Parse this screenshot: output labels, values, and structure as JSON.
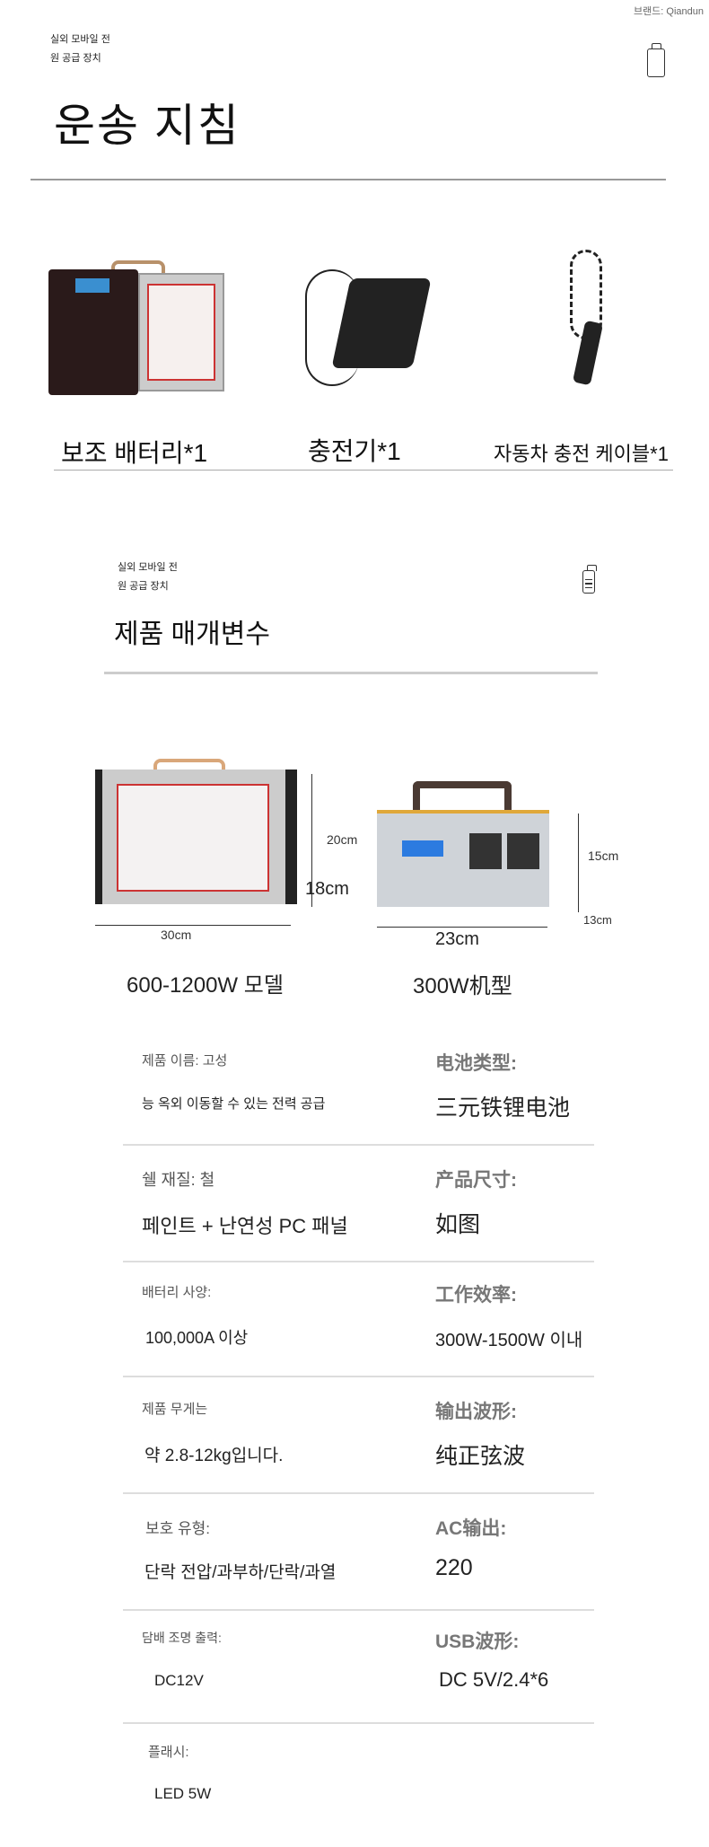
{
  "brand": "브랜드: Qiandun",
  "section1": {
    "subtitle_line1": "실외 모바일 전",
    "subtitle_line2": "원 공급 장치",
    "title": "운송 지침",
    "items": [
      {
        "label": "보조 배터리*1"
      },
      {
        "label": "충전기*1"
      },
      {
        "label": "자동차 충전 케이블*1"
      }
    ]
  },
  "section2": {
    "subtitle_line1": "실외 모바일 전",
    "subtitle_line2": "원 공급 장치",
    "title": "제품 매개변수"
  },
  "models": [
    {
      "label": "600-1200W 모델",
      "width": "30cm",
      "height": "20cm",
      "depth": "18cm"
    },
    {
      "label": "300W机型",
      "width": "23cm",
      "height": "15cm",
      "depth": "13cm"
    }
  ],
  "specs": [
    {
      "left_key": "제품 이름: 고성",
      "left_value": "능 옥외 이동할 수 있는 전력 공급",
      "right_key": "电池类型:",
      "right_value": "三元铁锂电池"
    },
    {
      "left_key": "쉘 재질: 철",
      "left_value": "페인트 + 난연성 PC 패널",
      "right_key": "产品尺寸:",
      "right_value": "如图"
    },
    {
      "left_key": "배터리 사양:",
      "left_value": "100,000A 이상",
      "right_key": "工作效率:",
      "right_value": "300W-1500W 이내"
    },
    {
      "left_key": "제품 무게는",
      "left_value": "약 2.8-12kg입니다.",
      "right_key": "输出波形:",
      "right_value": "纯正弦波"
    },
    {
      "left_key": "보호 유형:",
      "left_value": "단락 전압/과부하/단락/과열",
      "right_key": "AC输出:",
      "right_value": "220"
    },
    {
      "left_key": "담배 조명 출력:",
      "left_value": "DC12V",
      "right_key": "USB波形:",
      "right_value": "DC 5V/2.4*6"
    },
    {
      "left_key": "플래시:",
      "left_value": "LED 5W"
    }
  ]
}
